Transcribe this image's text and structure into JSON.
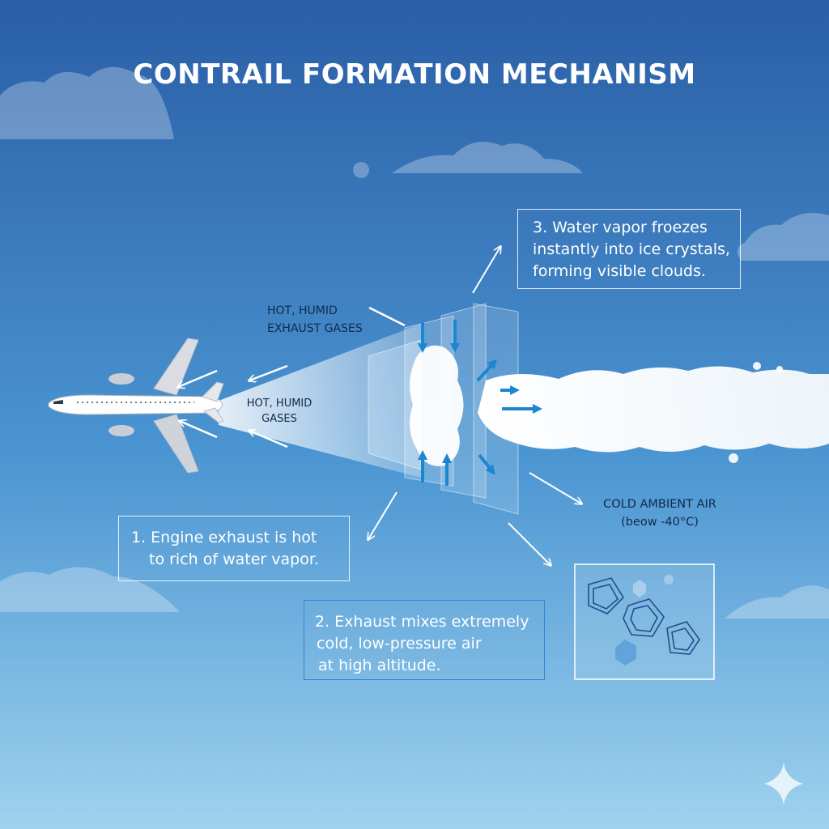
{
  "title": "CONTRAIL FORMATION MECHANISM",
  "labels": {
    "exhaust_gases": [
      "HOT, HUMID",
      "EXHAUST GASES"
    ],
    "hot_gases": [
      "HOT, HUMID",
      "GASES"
    ],
    "cold_air": [
      "COLD AMBIENT AIR",
      "(beow -40°C)"
    ]
  },
  "callouts": {
    "step1": [
      "1. Engine exhaust is hot",
      "to rich of water vapor."
    ],
    "step2": [
      "2. Exhaust mixes extremely",
      "cold, low-pressure air",
      "at high altitude."
    ],
    "step3": [
      "3. Water vapor froezes",
      "instantly into ice crystals,",
      "forming visible clouds."
    ]
  },
  "colors": {
    "sky_top": "#2a5ea6",
    "sky_bottom": "#9fd2ee",
    "arrow_blue": "#1b86d1",
    "contrail": "#ffffff"
  },
  "icons": [
    "airplane-icon",
    "ice-crystal-icon",
    "sparkle-icon"
  ]
}
